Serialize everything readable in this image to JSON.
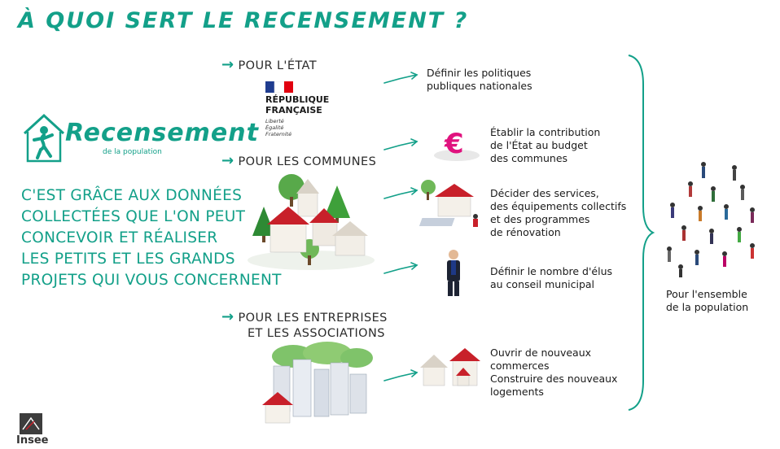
{
  "title": "À quoi sert le recensement ?",
  "logo": {
    "word": "Recensement",
    "subtitle": "de la population"
  },
  "intro_lines": [
    "C'est grâce aux données",
    "collectées que l'on peut",
    "concevoir et réaliser",
    "les petits et les grands",
    "projets qui vous concernent"
  ],
  "categories": {
    "etat": {
      "label": "Pour l'État"
    },
    "communes": {
      "label": "Pour les communes"
    },
    "entreprises": {
      "line1": "Pour les entreprises",
      "line2": "et les associations"
    }
  },
  "republique": {
    "line1": "RÉPUBLIQUE",
    "line2": "FRANÇAISE",
    "motto1": "Liberté",
    "motto2": "Égalité",
    "motto3": "Fraternité"
  },
  "outcomes": {
    "politiques": [
      "Définir les politiques",
      "publiques nationales"
    ],
    "contribution": [
      "Établir la contribution",
      "de l'État au budget",
      "des communes"
    ],
    "services": [
      "Décider des services,",
      "des équipements collectifs",
      "et des programmes",
      "de rénovation"
    ],
    "elus": [
      "Définir le nombre d'élus",
      "au conseil municipal"
    ],
    "commerces": [
      "Ouvrir de nouveaux",
      "commerces",
      "Construire des nouveaux",
      "logements"
    ]
  },
  "population": [
    "Pour l'ensemble",
    "de la population"
  ],
  "euro_symbol": "€",
  "insee_label": "Insee",
  "colors": {
    "accent": "#13a089",
    "euro": "#e0127e",
    "roof_red": "#c8202a",
    "tree_green": "#3e9a3a"
  },
  "icons": [
    "arrow-icon",
    "curved-arrow-icon",
    "brace-icon",
    "house-icon",
    "tree-icon",
    "euro-icon",
    "mayor-icon",
    "people-icon",
    "insee-logo-icon",
    "marianne-icon"
  ]
}
